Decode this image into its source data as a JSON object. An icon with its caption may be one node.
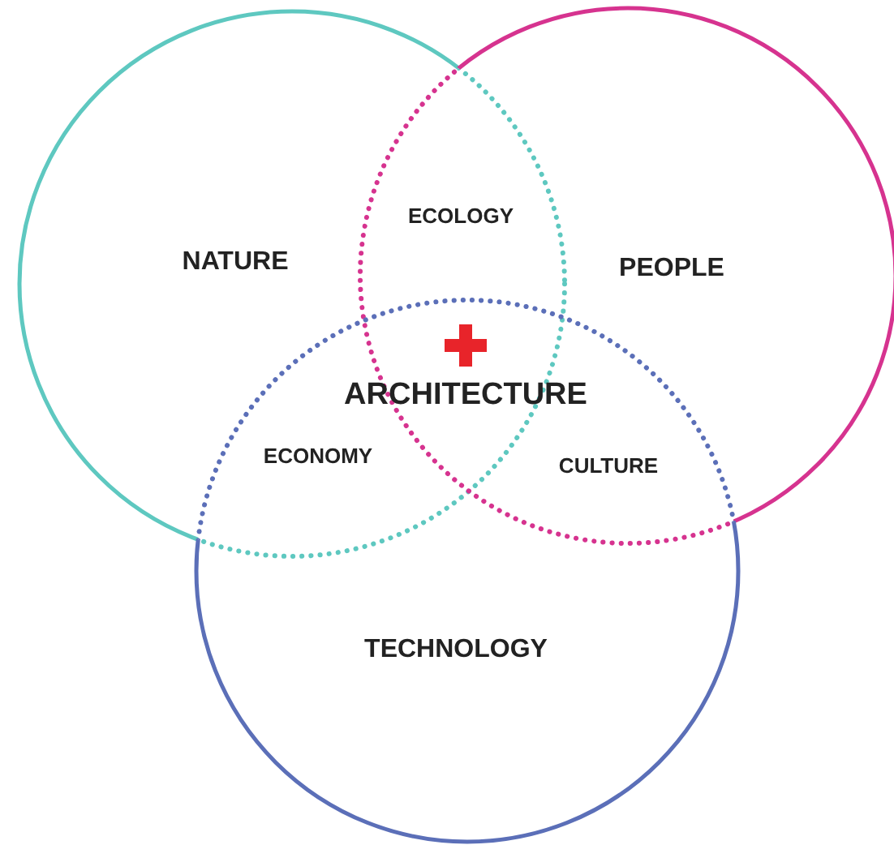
{
  "diagram": {
    "nodes": [
      {
        "text": [
          "NATURE"
        ]
      },
      {
        "text": [
          "PEOPLE"
        ]
      },
      {
        "text": [
          "TECHNOLOGY"
        ]
      }
    ],
    "labels": [
      "ECOLOGY",
      "ARCHITECTURE",
      "ECONOMY",
      "CULTURE"
    ]
  }
}
